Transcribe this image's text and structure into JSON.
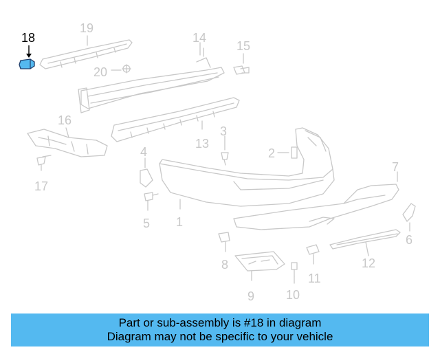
{
  "diagram": {
    "callouts": [
      {
        "id": "1",
        "text": "1"
      },
      {
        "id": "2",
        "text": "2"
      },
      {
        "id": "3",
        "text": "3"
      },
      {
        "id": "4",
        "text": "4"
      },
      {
        "id": "5",
        "text": "5"
      },
      {
        "id": "6",
        "text": "6"
      },
      {
        "id": "7",
        "text": "7"
      },
      {
        "id": "8",
        "text": "8"
      },
      {
        "id": "9",
        "text": "9"
      },
      {
        "id": "10",
        "text": "10"
      },
      {
        "id": "11",
        "text": "11"
      },
      {
        "id": "12",
        "text": "12"
      },
      {
        "id": "13",
        "text": "13"
      },
      {
        "id": "14",
        "text": "14"
      },
      {
        "id": "15",
        "text": "15"
      },
      {
        "id": "16",
        "text": "16"
      },
      {
        "id": "17",
        "text": "17"
      },
      {
        "id": "18",
        "text": "18"
      },
      {
        "id": "19",
        "text": "19"
      },
      {
        "id": "20",
        "text": "20"
      }
    ],
    "highlighted_part": "18",
    "line_color": "#c8c8c8",
    "highlight_color": "#54b9f0"
  },
  "banner": {
    "line1": "Part or sub-assembly is #18 in diagram",
    "line2": "Diagram may not be specific to your vehicle",
    "color": "#54b9f0"
  }
}
